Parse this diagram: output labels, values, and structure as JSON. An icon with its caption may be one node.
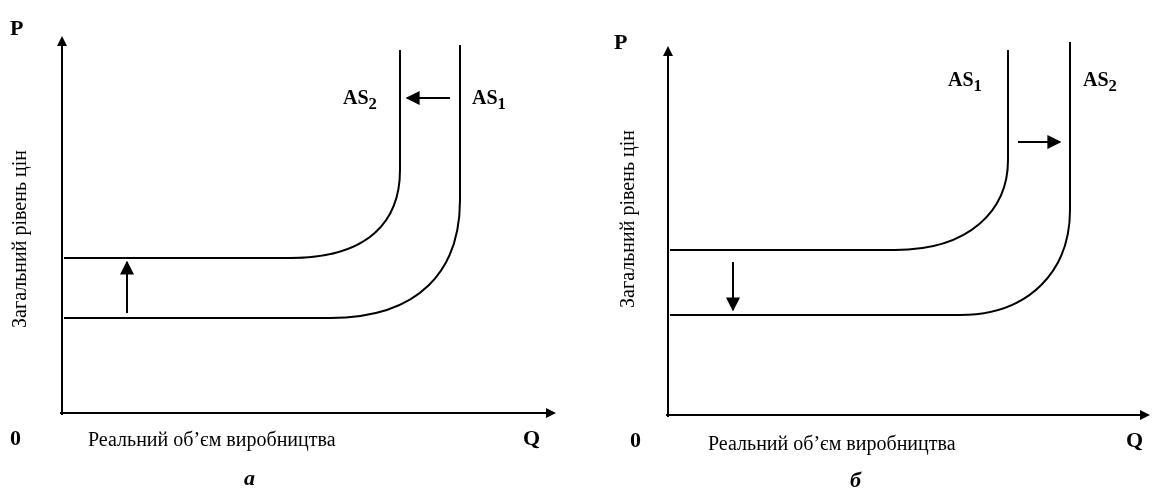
{
  "diagram": {
    "labels": [
      "P",
      "AS$_{2}$",
      "AS$_{1}$",
      "Загальний рівень цін",
      "0",
      "Реальний об’єм виробництва",
      "Q",
      "а",
      "P",
      "AS$_{1}$",
      "AS$_{2}$",
      "Загальний рівень цін",
      "0",
      "Реальний об’єм виробництва",
      "Q",
      "б"
    ]
  }
}
